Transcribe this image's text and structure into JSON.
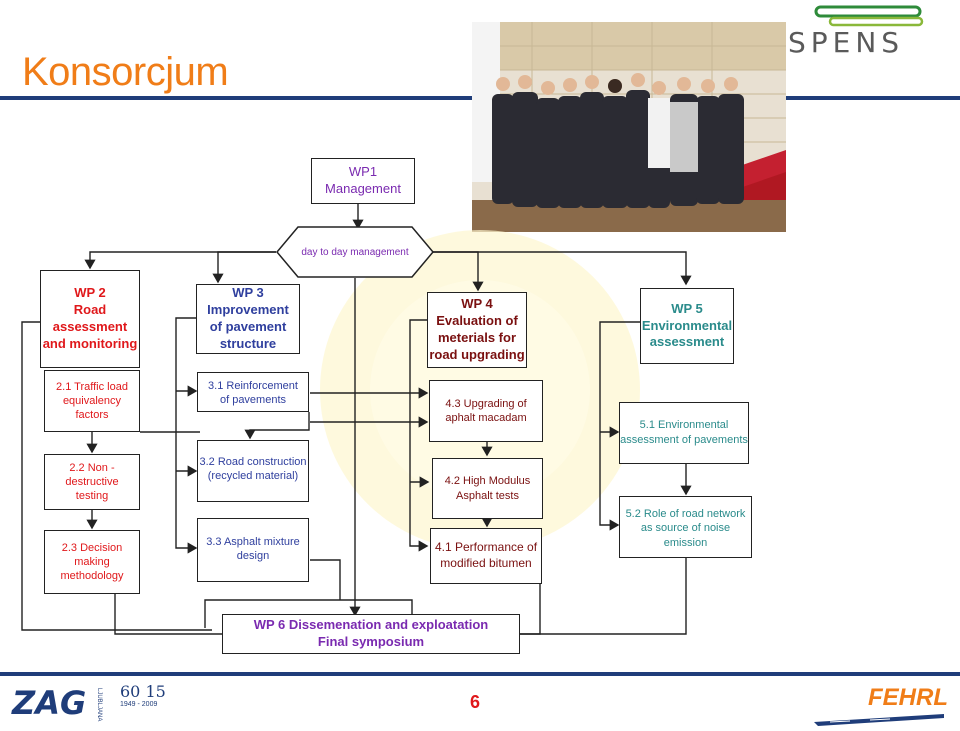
{
  "title": "Konsorcjum",
  "page_number": "6",
  "logos": {
    "spens": "SPENS",
    "zag": "ZAG",
    "zag_sub": "LJUBLJANA",
    "anniversary": "60 15",
    "anniversary_years": "1949 - 2009",
    "fehrl": "FEHRL"
  },
  "diagram": {
    "wp1": "WP1\nManagement",
    "day_to_day": "day to day management",
    "wp2": "WP 2\nRoad\nassessment\nand monitoring",
    "wp3": "WP 3\nImprovement\nof pavement\nstructure",
    "wp4": "WP 4\nEvaluation of\nmeterials for\nroad upgrading",
    "wp5": "WP 5\nEnvironmental\nassessment",
    "t21": "2.1 Traffic load\nequivalency\nfactors",
    "t22": "2.2 Non -\ndestructive\ntesting",
    "t23": "2.3 Decision\nmaking\nmethodology",
    "t31": "3.1 Reinforcement\nof pavements",
    "t32": "3.2 Road construction\n(recycled material)",
    "t33": "3.3 Asphalt mixture\ndesign",
    "t43": "4.3 Upgrading of\naphalt macadam",
    "t42": "4.2 High Modulus\nAsphalt tests",
    "t41": "4.1 Performance of\nmodified bitumen",
    "t51": "5.1 Environmental\nassessment of pavements",
    "t52": "5.2  Role of road network\nas source of noise\nemission",
    "wp6": "WP 6    Dissemenation and exploatation\nFinal symposium"
  },
  "colors": {
    "title": "#f07d18",
    "rule": "#1f3d7a",
    "wp2": "#e0181b",
    "wp3": "#2f3f9e",
    "wp4": "#7a1010",
    "wp5": "#2a8b8b",
    "wp1": "#7a2ab0"
  }
}
